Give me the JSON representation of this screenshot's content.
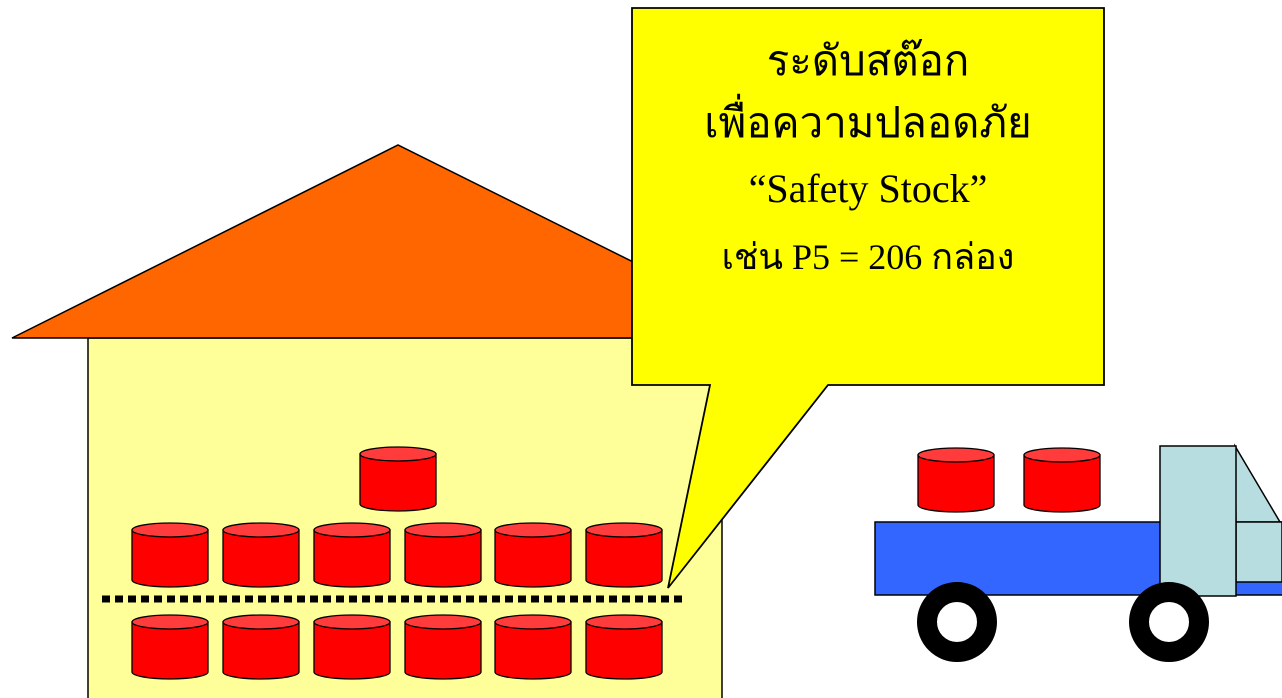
{
  "colors": {
    "roof": "#ff6600",
    "warehouse_wall": "#ffff99",
    "callout_fill": "#ffff00",
    "stock_drum": "#ff0000",
    "stock_drum_top": "#ff3b3b",
    "truck_bed": "#3366ff",
    "truck_cab": "#b8dde0",
    "wheel": "#000000",
    "safety_line": "#000000"
  },
  "callout": {
    "line1": "ระดับสต๊อก",
    "line2": "เพื่อความปลอดภัย",
    "line3": "“Safety Stock”",
    "line4": "เช่น P5 = 206 กล่อง"
  },
  "icons": {
    "stock_item": "cylinder-drum-icon",
    "vehicle": "delivery-truck-icon",
    "building": "warehouse-icon"
  },
  "counts": {
    "drums_above_safety_line": 7,
    "drums_below_safety_line": 6,
    "drums_on_truck": 2
  }
}
